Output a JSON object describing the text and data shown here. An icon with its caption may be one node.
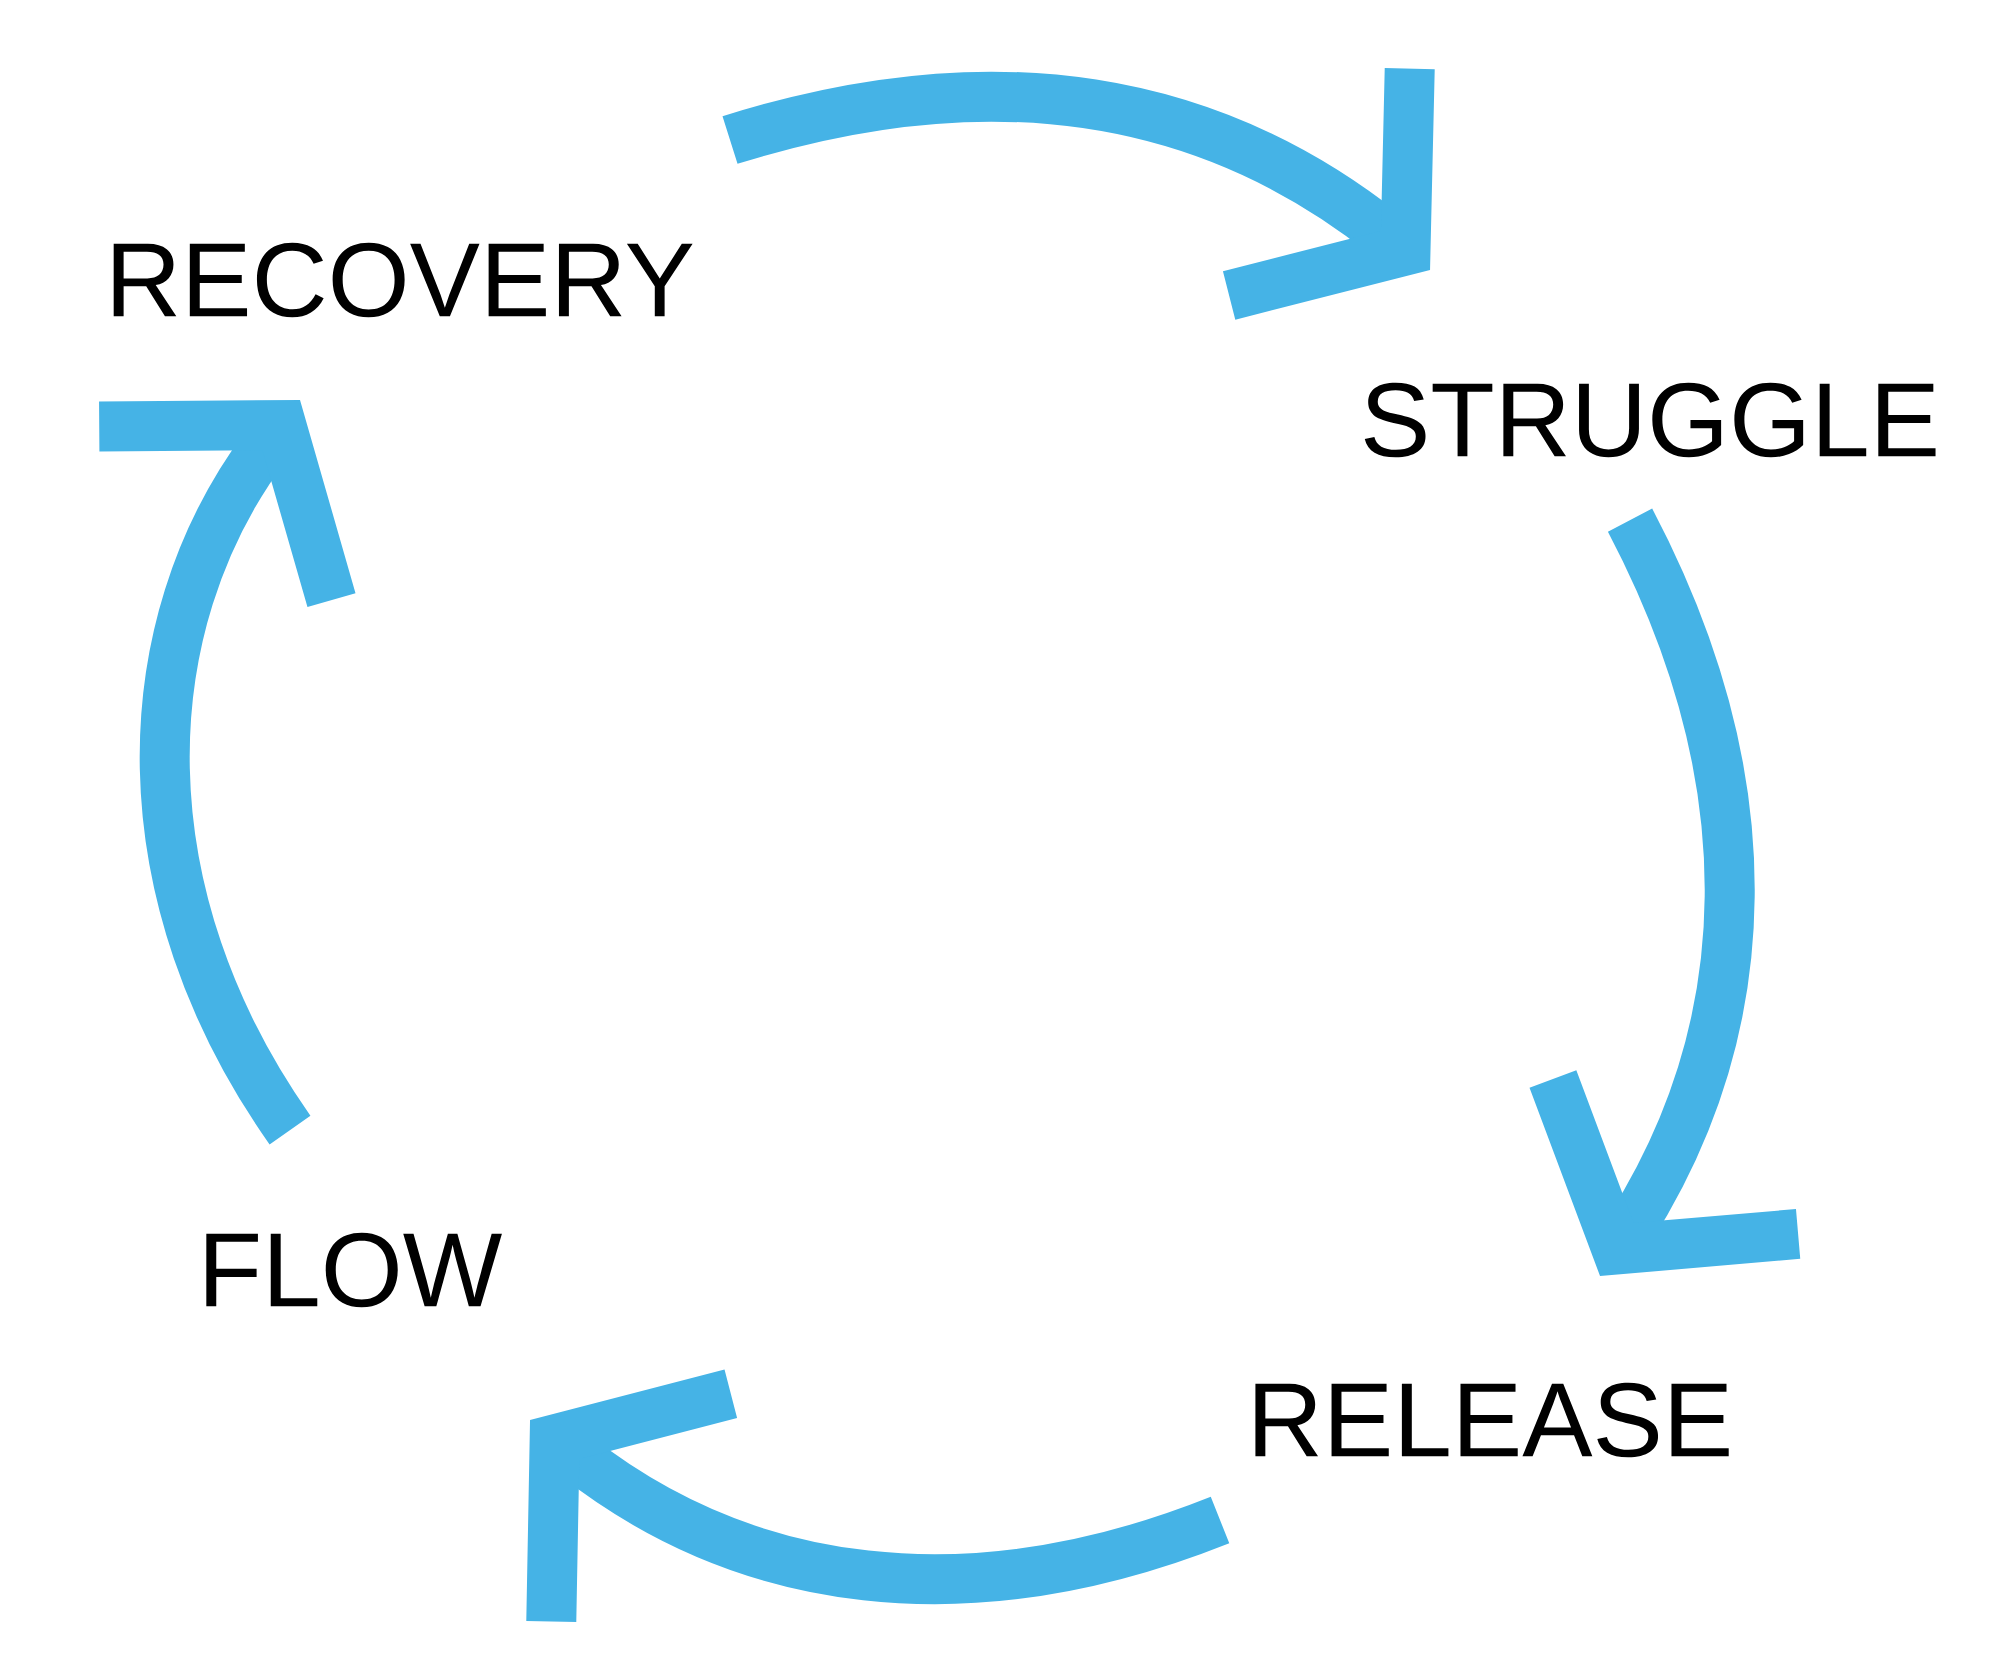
{
  "diagram": {
    "nodes": [
      {
        "text": [
          "RECOVERY"
        ]
      },
      {
        "text": [
          "STRUGGLE"
        ]
      },
      {
        "text": [
          "RELEASE"
        ]
      },
      {
        "text": [
          "FLOW"
        ]
      }
    ],
    "edges": [
      {
        "from": 0,
        "to": 1,
        "arrow": "to"
      },
      {
        "from": 1,
        "to": 2,
        "arrow": "to"
      },
      {
        "from": 2,
        "to": 3,
        "arrow": "to"
      },
      {
        "from": 3,
        "to": 0,
        "arrow": "to"
      }
    ]
  }
}
